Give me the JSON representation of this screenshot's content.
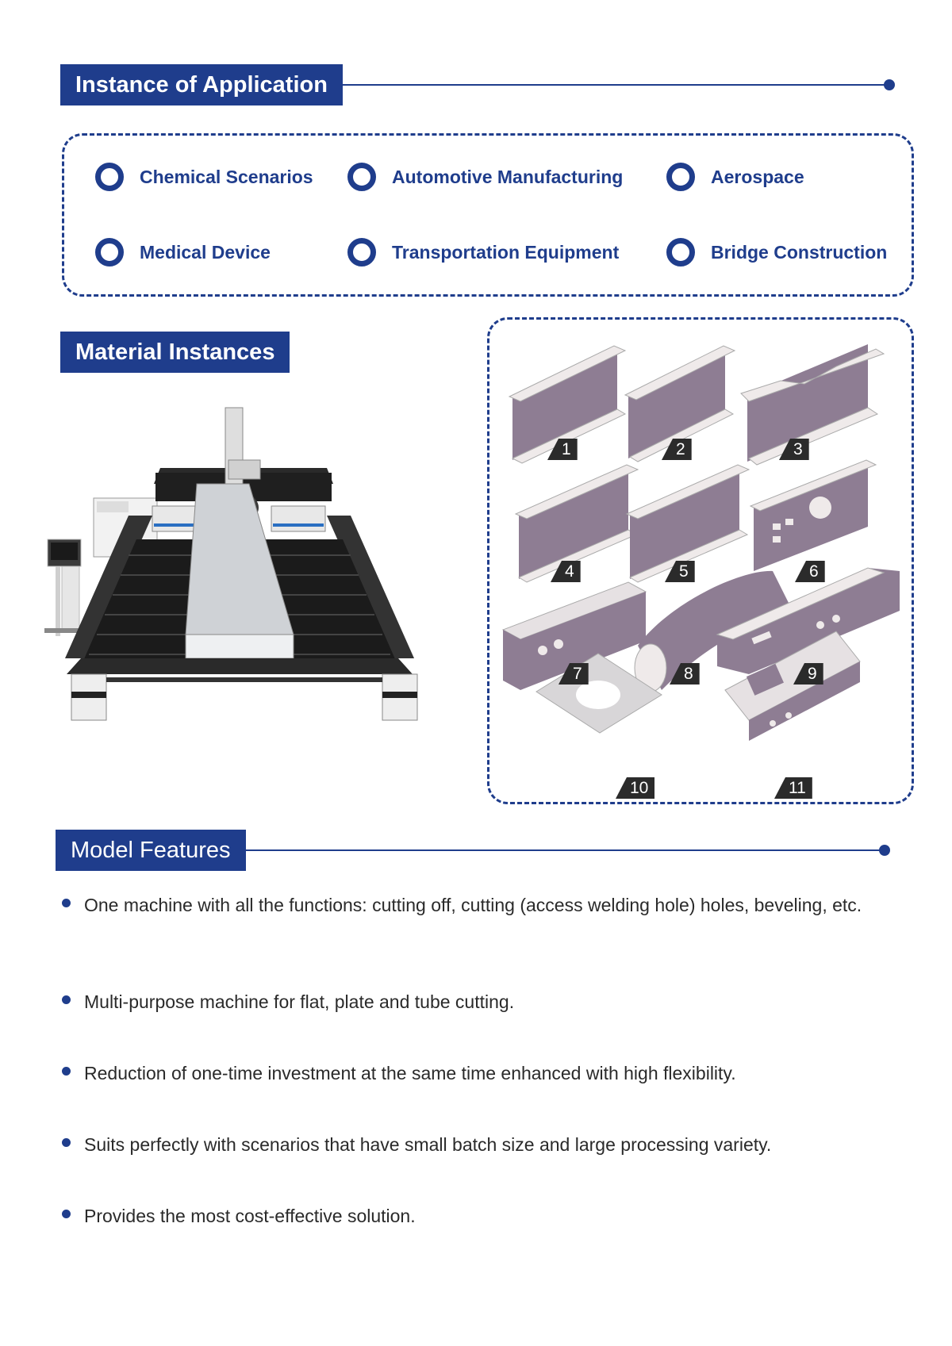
{
  "sections": {
    "application_title": "Instance of Application",
    "material_title": "Material Instances",
    "features_title": "Model Features"
  },
  "applications": [
    "Chemical Scenarios",
    "Automotive Manufacturing",
    "Aerospace",
    "Medical Device",
    "Transportation Equipment",
    "Bridge Construction"
  ],
  "material_labels": [
    "1",
    "2",
    "3",
    "4",
    "5",
    "6",
    "7",
    "8",
    "9",
    "10",
    "11"
  ],
  "features": [
    "One machine with all the functions: cutting off, cutting (access welding hole) holes, beveling, etc.",
    "Multi-purpose machine for flat, plate and tube cutting.",
    "Reduction of one-time investment at the same time enhanced with high flexibility.",
    "Suits perfectly with scenarios that have small batch size and large processing variety.",
    "Provides the most cost-effective solution."
  ],
  "colors": {
    "accent": "#1f3d8c",
    "part_face": "#8e7d93",
    "part_edge": "#efeaea",
    "label_bg": "#2b2b2b"
  },
  "icons": [
    "radio-circle-icon",
    "bullet-dot-icon",
    "laser-cutting-machine-image",
    "steel-part-icon"
  ]
}
